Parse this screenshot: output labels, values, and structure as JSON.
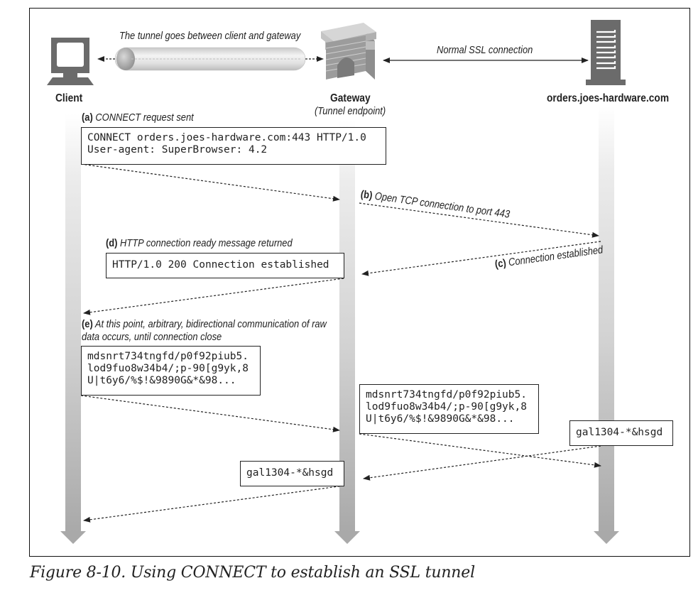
{
  "nodes": {
    "client": {
      "name": "Client",
      "icon": "computer-monitor-icon"
    },
    "gateway": {
      "name": "Gateway",
      "subtitle": "(Tunnel endpoint)",
      "icon": "brick-archway-icon"
    },
    "server": {
      "name": "orders.joes-hardware.com",
      "icon": "server-tower-icon"
    }
  },
  "top_labels": {
    "tunnel": "The tunnel goes between client and gateway",
    "ssl": "Normal SSL connection"
  },
  "steps": {
    "a": {
      "letter": "(a)",
      "text": "CONNECT request sent",
      "box_lines": [
        "CONNECT orders.joes-hardware.com:443 HTTP/1.0",
        "User-agent: SuperBrowser: 4.2"
      ]
    },
    "b": {
      "letter": "(b)",
      "text": "Open TCP connection to port 443"
    },
    "c": {
      "letter": "(c)",
      "text": "Connection established"
    },
    "d": {
      "letter": "(d)",
      "text": "HTTP connection ready message returned",
      "box_lines": [
        "HTTP/1.0 200 Connection established"
      ]
    },
    "e": {
      "letter": "(e)",
      "text_line1": "At this point, arbitrary, bidirectional communication of raw",
      "text_line2": "data occurs, until connection close"
    }
  },
  "data_boxes": {
    "client_raw": [
      "mdsnrt734tngfd/p0f92piub5.",
      "lod9fuo8w34b4/;p-90[g9yk,8",
      "U|t6y6/%$!&9890G&*&98..."
    ],
    "gateway_raw": [
      "mdsnrt734tngfd/p0f92piub5.",
      "lod9fuo8w34b4/;p-90[g9yk,8",
      "U|t6y6/%$!&9890G&*&98..."
    ],
    "server_reply": "gal1304-*&hsgd",
    "gateway_reply": "gal1304-*&hsgd"
  },
  "caption": "Figure 8-10. Using CONNECT to establish an SSL tunnel"
}
